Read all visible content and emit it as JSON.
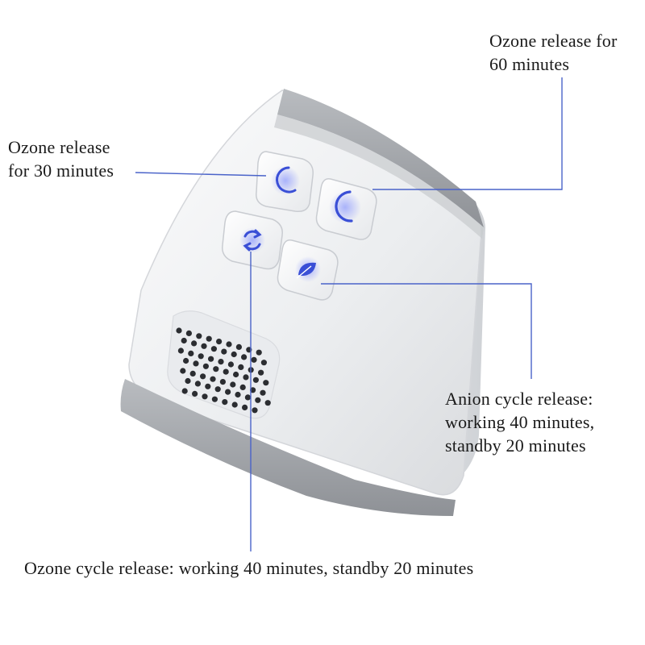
{
  "labels": {
    "ozone_60": "Ozone release for\n60 minutes",
    "ozone_30": "Ozone release\nfor 30 minutes",
    "anion_cycle": "Anion cycle release:\nworking 40 minutes,\nstandby 20 minutes",
    "ozone_cycle": "Ozone cycle release: working 40 minutes, standby 20 minutes"
  },
  "buttons": [
    {
      "name": "ozone-30-button",
      "icon": "crescent-small-icon"
    },
    {
      "name": "ozone-60-button",
      "icon": "crescent-large-icon"
    },
    {
      "name": "ozone-cycle-button",
      "icon": "cycle-arrows-icon"
    },
    {
      "name": "anion-cycle-button",
      "icon": "leaf-icon"
    }
  ],
  "colors": {
    "callout_line": "#4a63c9",
    "icon_blue": "#3a4fd6",
    "device_body": "#f1f2f4",
    "device_cap": "#9ea1a6"
  }
}
